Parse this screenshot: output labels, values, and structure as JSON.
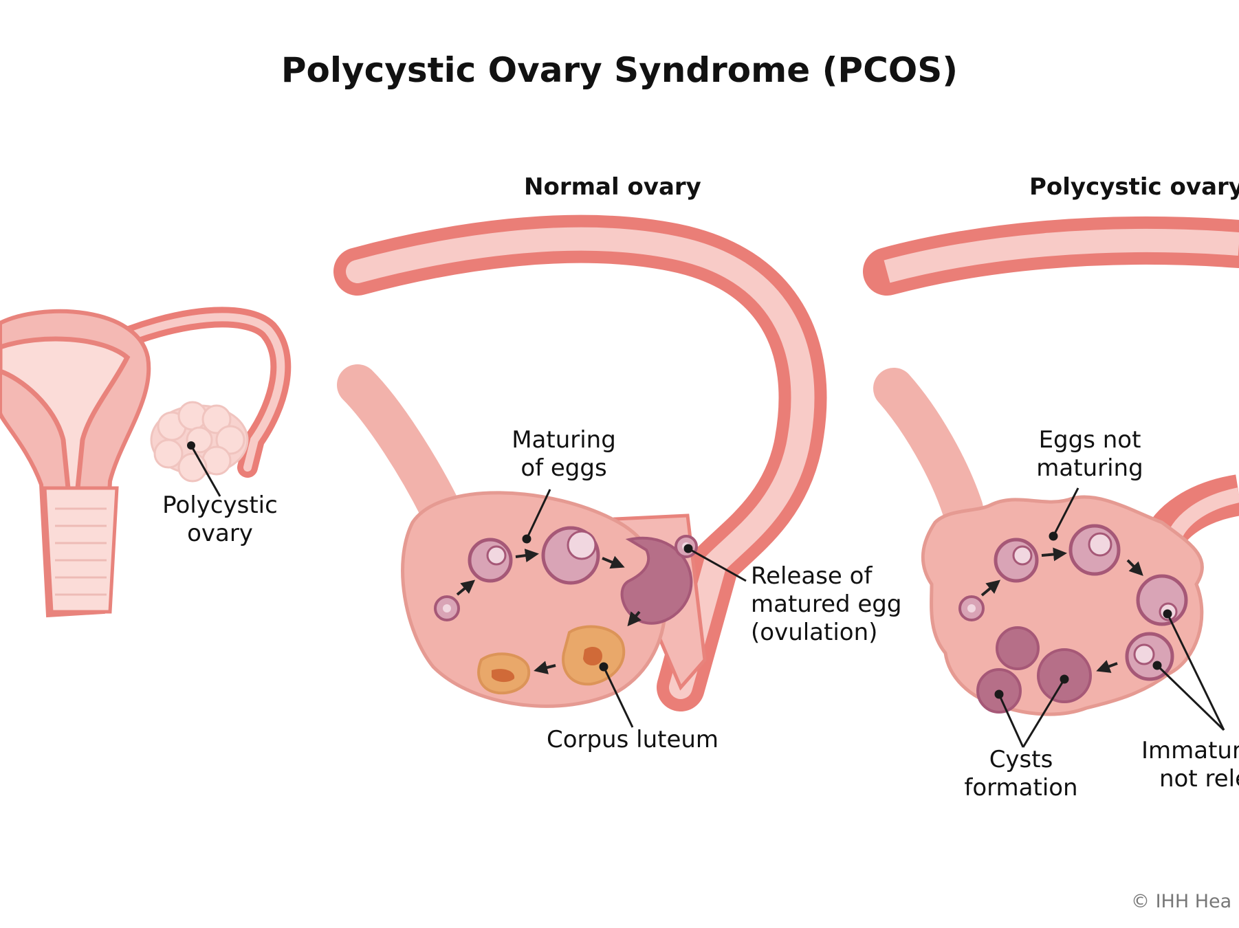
{
  "title": "Polycystic Ovary Syndrome (PCOS)",
  "headings": {
    "normal": "Normal ovary",
    "polycystic": "Polycystic ovary"
  },
  "labels": {
    "uterus_ovary": [
      "Polycystic",
      "ovary"
    ],
    "maturing": [
      "Maturing",
      "of eggs"
    ],
    "release": [
      "Release of",
      "matured egg",
      "(ovulation)"
    ],
    "corpus": "Corpus luteum",
    "eggs_not": [
      "Eggs not",
      "maturing"
    ],
    "cysts": [
      "Cysts",
      "formation"
    ],
    "immature": [
      "Immatur",
      "not rele"
    ]
  },
  "copyright": "© IHH Hea",
  "colors": {
    "tissue_fill": "#f4b9b4",
    "tissue_dark": "#e8837c",
    "tissue_light": "#fbdcd8",
    "tube_outer": "#ea7e77",
    "tube_inner": "#f8cbc7",
    "ovary_fill": "#f2b2ab",
    "ovary_edge": "#e59a92",
    "follicle_ring": "#a65877",
    "follicle_fill": "#d9a4b6",
    "follicle_core": "#f1d7e0",
    "cyst_fill": "#b66f88",
    "corpus_fill": "#e9a86a",
    "corpus_core": "#d06a38",
    "line": "#1a1a1a"
  }
}
